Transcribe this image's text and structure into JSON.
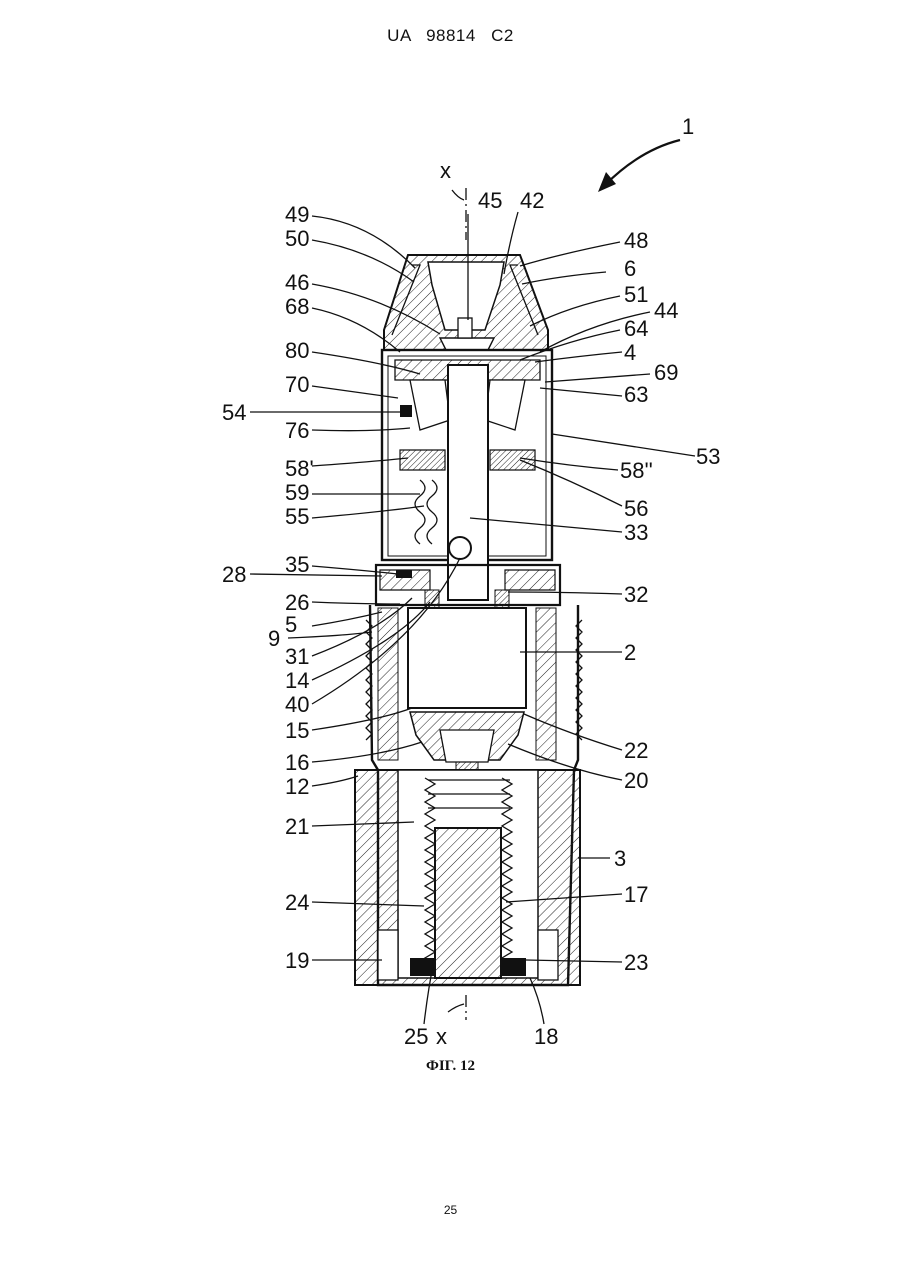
{
  "header": "UA 98814 C2",
  "figure_caption": "ФІГ. 12",
  "page_number": "25",
  "axis_label": "x",
  "labels": {
    "l1": "1",
    "l49": "49",
    "l50": "50",
    "l45": "45",
    "l42": "42",
    "l48": "48",
    "l6": "6",
    "l46": "46",
    "l68": "68",
    "l51": "51",
    "l44": "44",
    "l64": "64",
    "l80": "80",
    "l4": "4",
    "l69": "69",
    "l70": "70",
    "l63": "63",
    "l54": "54",
    "l76": "76",
    "l53": "53",
    "l58a": "58'",
    "l58b": "58''",
    "l59": "59",
    "l56": "56",
    "l55": "55",
    "l33": "33",
    "l35": "35",
    "l28": "28",
    "l32": "32",
    "l26": "26",
    "l5": "5",
    "l9": "9",
    "l31": "31",
    "l2": "2",
    "l14": "14",
    "l40": "40",
    "l15": "15",
    "l22": "22",
    "l16": "16",
    "l20": "20",
    "l12": "12",
    "l21": "21",
    "l3": "3",
    "l24": "24",
    "l17": "17",
    "l19": "19",
    "l23": "23",
    "l25": "25",
    "l18": "18"
  }
}
